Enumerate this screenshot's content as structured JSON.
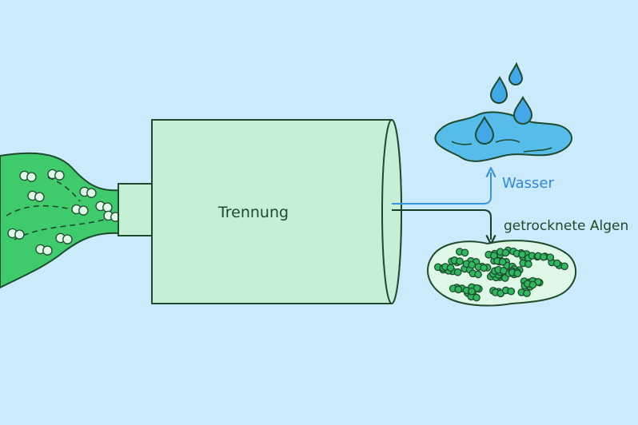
{
  "labels": {
    "separation": "Trennung",
    "water": "Wasser",
    "dried_algae": "getrocknete Algen"
  },
  "colors": {
    "background": "#cbeafc",
    "stroke_dark": "#1f4a2c",
    "drum_fill": "#c6f0d6",
    "algae_stream": "#3fca6c",
    "algae_cell": "#2fb85f",
    "algae_pile_halo": "#dff7e6",
    "water_fill": "#56bdea",
    "water_drop": "#43a8e8",
    "water_label": "#2f8ad8",
    "water_arrow": "#3a95df",
    "algae_arrow": "#1c3d26"
  }
}
